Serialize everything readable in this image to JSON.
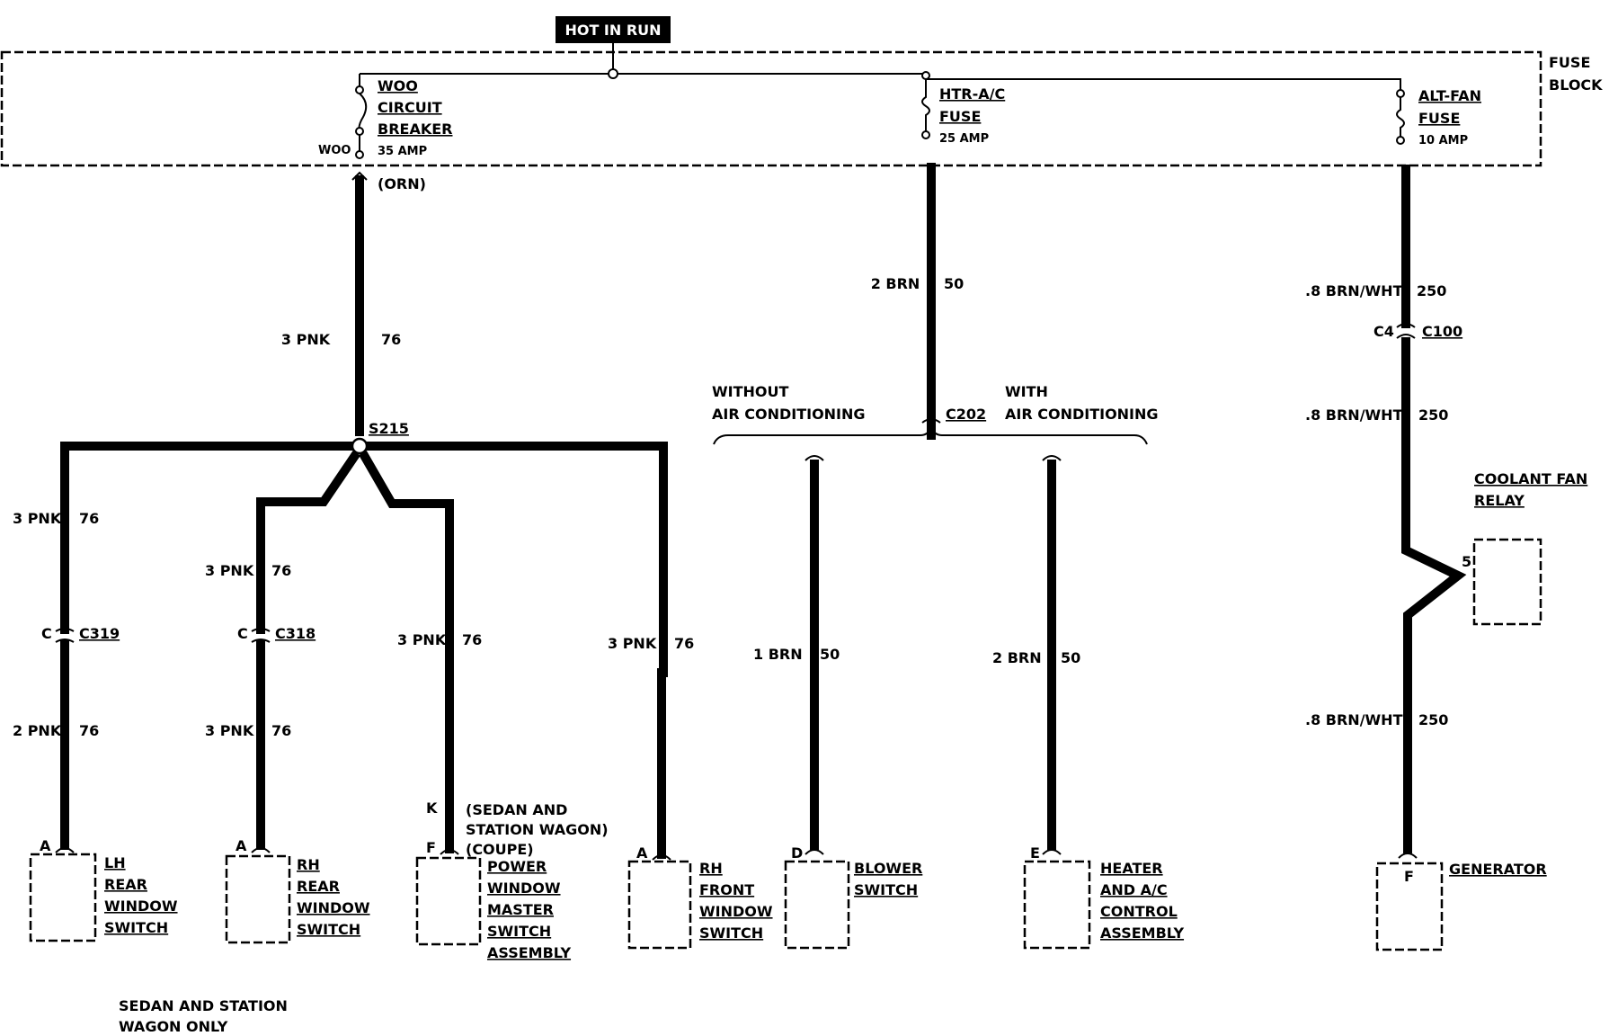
{
  "title": "HOT IN RUN",
  "fuse_block": [
    "FUSE",
    "BLOCK"
  ],
  "fuses": [
    {
      "name": [
        "WOO",
        "CIRCUIT",
        "BREAKER"
      ],
      "rating": "35 AMP",
      "terminal": "WOO",
      "wire_color": "(ORN)"
    },
    {
      "name": [
        "HTR-A/C",
        "FUSE"
      ],
      "rating": "25 AMP"
    },
    {
      "name": [
        "ALT-FAN",
        "FUSE"
      ],
      "rating": "10 AMP"
    }
  ],
  "splice": "S215",
  "wires": {
    "feed_main": {
      "gauge": "3 PNK",
      "circuit": "76"
    },
    "lh_rear_upper": {
      "gauge": "3 PNK",
      "circuit": "76"
    },
    "lh_rear_lower": {
      "gauge": "2 PNK",
      "circuit": "76"
    },
    "rh_rear_upper": {
      "gauge": "3 PNK",
      "circuit": "76"
    },
    "rh_rear_lower": {
      "gauge": "3 PNK",
      "circuit": "76"
    },
    "power_window": {
      "gauge": "3 PNK",
      "circuit": "76"
    },
    "rh_front": {
      "gauge": "3 PNK",
      "circuit": "76"
    },
    "htr_feed": {
      "gauge": "2 BRN",
      "circuit": "50"
    },
    "blower": {
      "gauge": "1 BRN",
      "circuit": "50"
    },
    "heater_control": {
      "gauge": "2 BRN",
      "circuit": "50"
    },
    "alt_fan_1": {
      "gauge": ".8 BRN/WHT",
      "circuit": "250"
    },
    "alt_fan_2": {
      "gauge": ".8 BRN/WHT",
      "circuit": "250"
    },
    "alt_fan_3": {
      "gauge": ".8 BRN/WHT",
      "circuit": "250"
    }
  },
  "connectors": {
    "c319": {
      "pin": "C",
      "name": "C319"
    },
    "c318": {
      "pin": "C",
      "name": "C318"
    },
    "c202": "C202",
    "c100": {
      "pin": "C4",
      "name": "C100"
    }
  },
  "options": {
    "without_ac": [
      "WITHOUT",
      "AIR CONDITIONING"
    ],
    "with_ac": [
      "WITH",
      "AIR CONDITIONING"
    ]
  },
  "pw_pins": {
    "k": "K",
    "k_note": [
      "(SEDAN AND",
      "STATION WAGON)"
    ],
    "f": "F",
    "f_note": "(COUPE)"
  },
  "components": {
    "lh_rear": {
      "pin": "A",
      "label": [
        "LH",
        "REAR",
        "WINDOW",
        "SWITCH"
      ]
    },
    "rh_rear": {
      "pin": "A",
      "label": [
        "RH",
        "REAR",
        "WINDOW",
        "SWITCH"
      ]
    },
    "power_master": {
      "label": [
        "POWER",
        "WINDOW",
        "MASTER",
        "SWITCH",
        "ASSEMBLY"
      ]
    },
    "rh_front": {
      "pin": "A",
      "label": [
        "RH",
        "FRONT",
        "WINDOW",
        "SWITCH"
      ]
    },
    "blower": {
      "pin": "D",
      "label": [
        "BLOWER",
        "SWITCH"
      ]
    },
    "heater": {
      "pin": "E",
      "label": [
        "HEATER",
        "AND A/C",
        "CONTROL",
        "ASSEMBLY"
      ]
    },
    "relay": {
      "pin": "5",
      "label": [
        "COOLANT FAN",
        "RELAY"
      ]
    },
    "generator": {
      "pin": "F",
      "label": [
        "GENERATOR"
      ]
    }
  },
  "footnote": [
    "SEDAN AND STATION",
    "WAGON ONLY"
  ]
}
